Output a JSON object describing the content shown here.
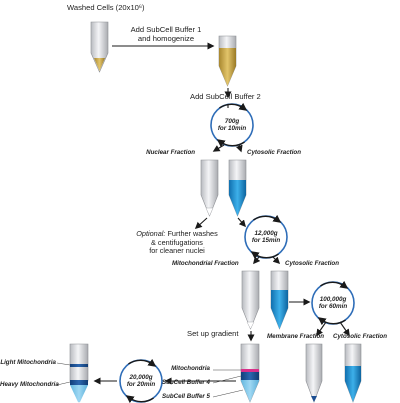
{
  "title": "Washed Cells (20x10⁶)",
  "steps": {
    "add_buffer1": [
      "Add SubCell Buffer 1",
      "and homogenize"
    ],
    "add_buffer2": "Add SubCell Buffer 2",
    "optional_prefix": "Optional:",
    "optional_lines": [
      "Further washes",
      "& centifugations",
      "for cleaner nuclei"
    ],
    "set_up_gradient": "Set up gradient"
  },
  "centrifuge": {
    "c1": {
      "speed": "700g",
      "time": "for 10min"
    },
    "c2": {
      "speed": "12,000g",
      "time": "for 15min"
    },
    "c3": {
      "speed": "100,000g",
      "time": "for 60min"
    },
    "c4": {
      "speed": "20,000g",
      "time": "for 20min"
    }
  },
  "fractions": {
    "nuclear": "Nuclear Fraction",
    "cytosolic_1": "Cytosolic Fraction",
    "mitochondrial": "Mitochondrial Fraction",
    "cytosolic_2": "Cytosolic Fraction",
    "membrane": "Membrane Fraction",
    "cytosolic_3": "Cytosolic Fraction"
  },
  "gradient_labels": {
    "mitochondria": "Mitochondria",
    "buffer4": "SubCell Buffer 4",
    "buffer5": "SubCell Buffer 5",
    "light": "Light Mitochondria",
    "heavy": "Heavy Mitochondria"
  },
  "colors": {
    "arrow": "#1a1a1a",
    "ring": "#2e6db8",
    "tube_body": "#e6e7ea",
    "homogenate": "#c9a646",
    "cytosolic": "#1f8fd0",
    "pellet_white": "#ffffff",
    "band_dark": "#1c4f92",
    "band_pink": "#d8308a"
  }
}
